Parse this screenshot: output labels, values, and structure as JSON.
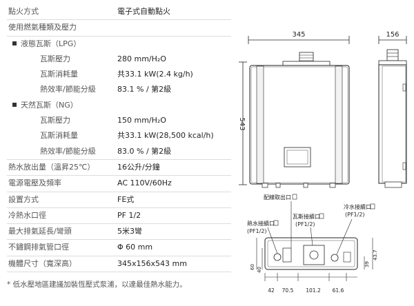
{
  "specs": [
    {
      "label": "點火方式",
      "value": "電子式自動點火",
      "indent": 0
    },
    {
      "label": "使用燃氣種類及壓力",
      "value": "",
      "indent": 0
    },
    {
      "label": "液態瓦斯（LPG）",
      "value": "",
      "indent": 1,
      "bullet": true
    },
    {
      "label": "瓦斯壓力",
      "value": "280 mm/H₂O",
      "indent": 2
    },
    {
      "label": "瓦斯消耗量",
      "value": "共33.1  kW(2.4 kg/h)",
      "indent": 2
    },
    {
      "label": "熱效率/節能分級",
      "value": "83.1 % / 第2級",
      "indent": 2
    },
    {
      "label": "天然瓦斯（NG）",
      "value": "",
      "indent": 1,
      "bullet": true
    },
    {
      "label": "瓦斯壓力",
      "value": "150 mm/H₂O",
      "indent": 2
    },
    {
      "label": "瓦斯消耗量",
      "value": "共33.1  kW(28,500 kcal/h)",
      "indent": 2
    },
    {
      "label": "熱效率/節能分級",
      "value": "83.0 %  / 第2級",
      "indent": 2
    },
    {
      "label": "熱水放出量（溫昇25℃）",
      "value": "16公升/分鐘",
      "indent": 0
    },
    {
      "label": "電源電壓及頻率",
      "value": "AC 110V/60Hz",
      "indent": 0
    },
    {
      "label": "設置方式",
      "value": "FE式",
      "indent": 0
    },
    {
      "label": "冷熱水口徑",
      "value": "PF 1/2",
      "indent": 0
    },
    {
      "label": "最大排氣延長/彎頭",
      "value": "5米3彎",
      "indent": 0
    },
    {
      "label": "不鏽鋼排氣管口徑",
      "value": "Φ 60 mm",
      "indent": 0
    },
    {
      "label": "機體尺寸（寬深高）",
      "value": "345x156x543 mm",
      "indent": 0
    }
  ],
  "note": "* 低水壓地區建議加裝恆壓式泵浦，以達最佳熱水能力。",
  "diagram": {
    "width_label": "345",
    "depth_label": "156",
    "height_label": "543",
    "labels": {
      "power_outlet": "配線取出口",
      "hot_water": "熱水接續口",
      "hot_water_pf": "(PF1/2)",
      "gas": "瓦斯接續口",
      "gas_pf": "(PF1/2)",
      "cold_water": "冷水接續口",
      "cold_water_pf": "(PF1/2)"
    },
    "bottom_dims": [
      "42",
      "70.5",
      "101.2",
      "61.6"
    ],
    "side_dims": [
      "60",
      "40",
      "39",
      "43.7"
    ]
  }
}
